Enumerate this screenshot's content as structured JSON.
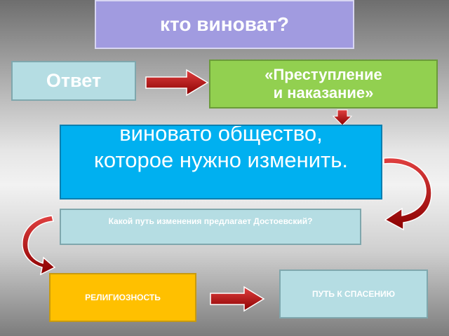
{
  "title": "кто виноват?",
  "answer": "Ответ",
  "novel": "«Преступление\nи наказание»",
  "society": "виновато общество,\nкоторое нужно изменить.",
  "question": "Какой путь изменения предлагает Достоевский?",
  "religion": "РЕЛИГИОЗНОСТЬ",
  "salvation": "ПУТЬ К СПАСЕНИЮ",
  "colors": {
    "title_bg": "#a19be0",
    "answer_bg": "#b5dde3",
    "novel_bg": "#92d050",
    "society_bg": "#00b0f0",
    "religion_bg": "#ffc000",
    "arrow": "#c00000"
  }
}
